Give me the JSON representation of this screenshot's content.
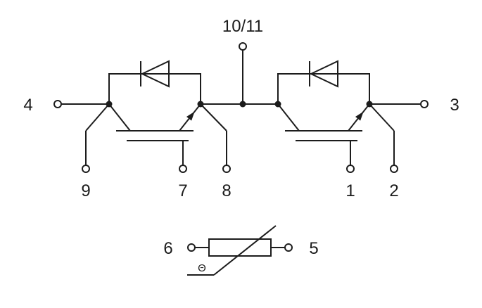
{
  "colors": {
    "line": "#1c1c1c",
    "background": "#ffffff"
  },
  "labels": {
    "terminal_10_11": "10/11",
    "terminal_4": "4",
    "terminal_3": "3",
    "terminal_9": "9",
    "terminal_7": "7",
    "terminal_8": "8",
    "terminal_1": "1",
    "terminal_2": "2",
    "terminal_6": "6",
    "terminal_5": "5",
    "thermistor_theta": "Θ"
  }
}
